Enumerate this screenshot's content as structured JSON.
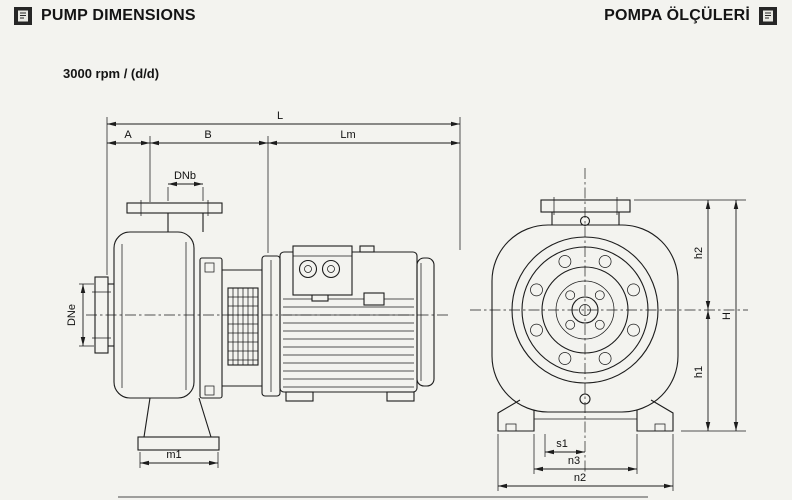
{
  "colors": {
    "background": "#f3f3ef",
    "line": "#1c1c1c",
    "text": "#141414"
  },
  "header": {
    "title_left": "PUMP DIMENSIONS",
    "title_right": "POMPA ÖLÇÜLERİ",
    "left_icon": "document-icon",
    "right_icon": "document-icon"
  },
  "subtitle": "3000 rpm / (d/d)",
  "drawing": {
    "side_view": {
      "dims": {
        "L": "L",
        "A": "A",
        "B": "B",
        "Lm": "Lm",
        "DNb": "DNb",
        "DNe": "DNe",
        "m1": "m1"
      }
    },
    "end_view": {
      "dims": {
        "h2": "h2",
        "h1": "h1",
        "H": "H",
        "s1": "s1",
        "n3": "n3",
        "n2": "n2"
      }
    }
  }
}
